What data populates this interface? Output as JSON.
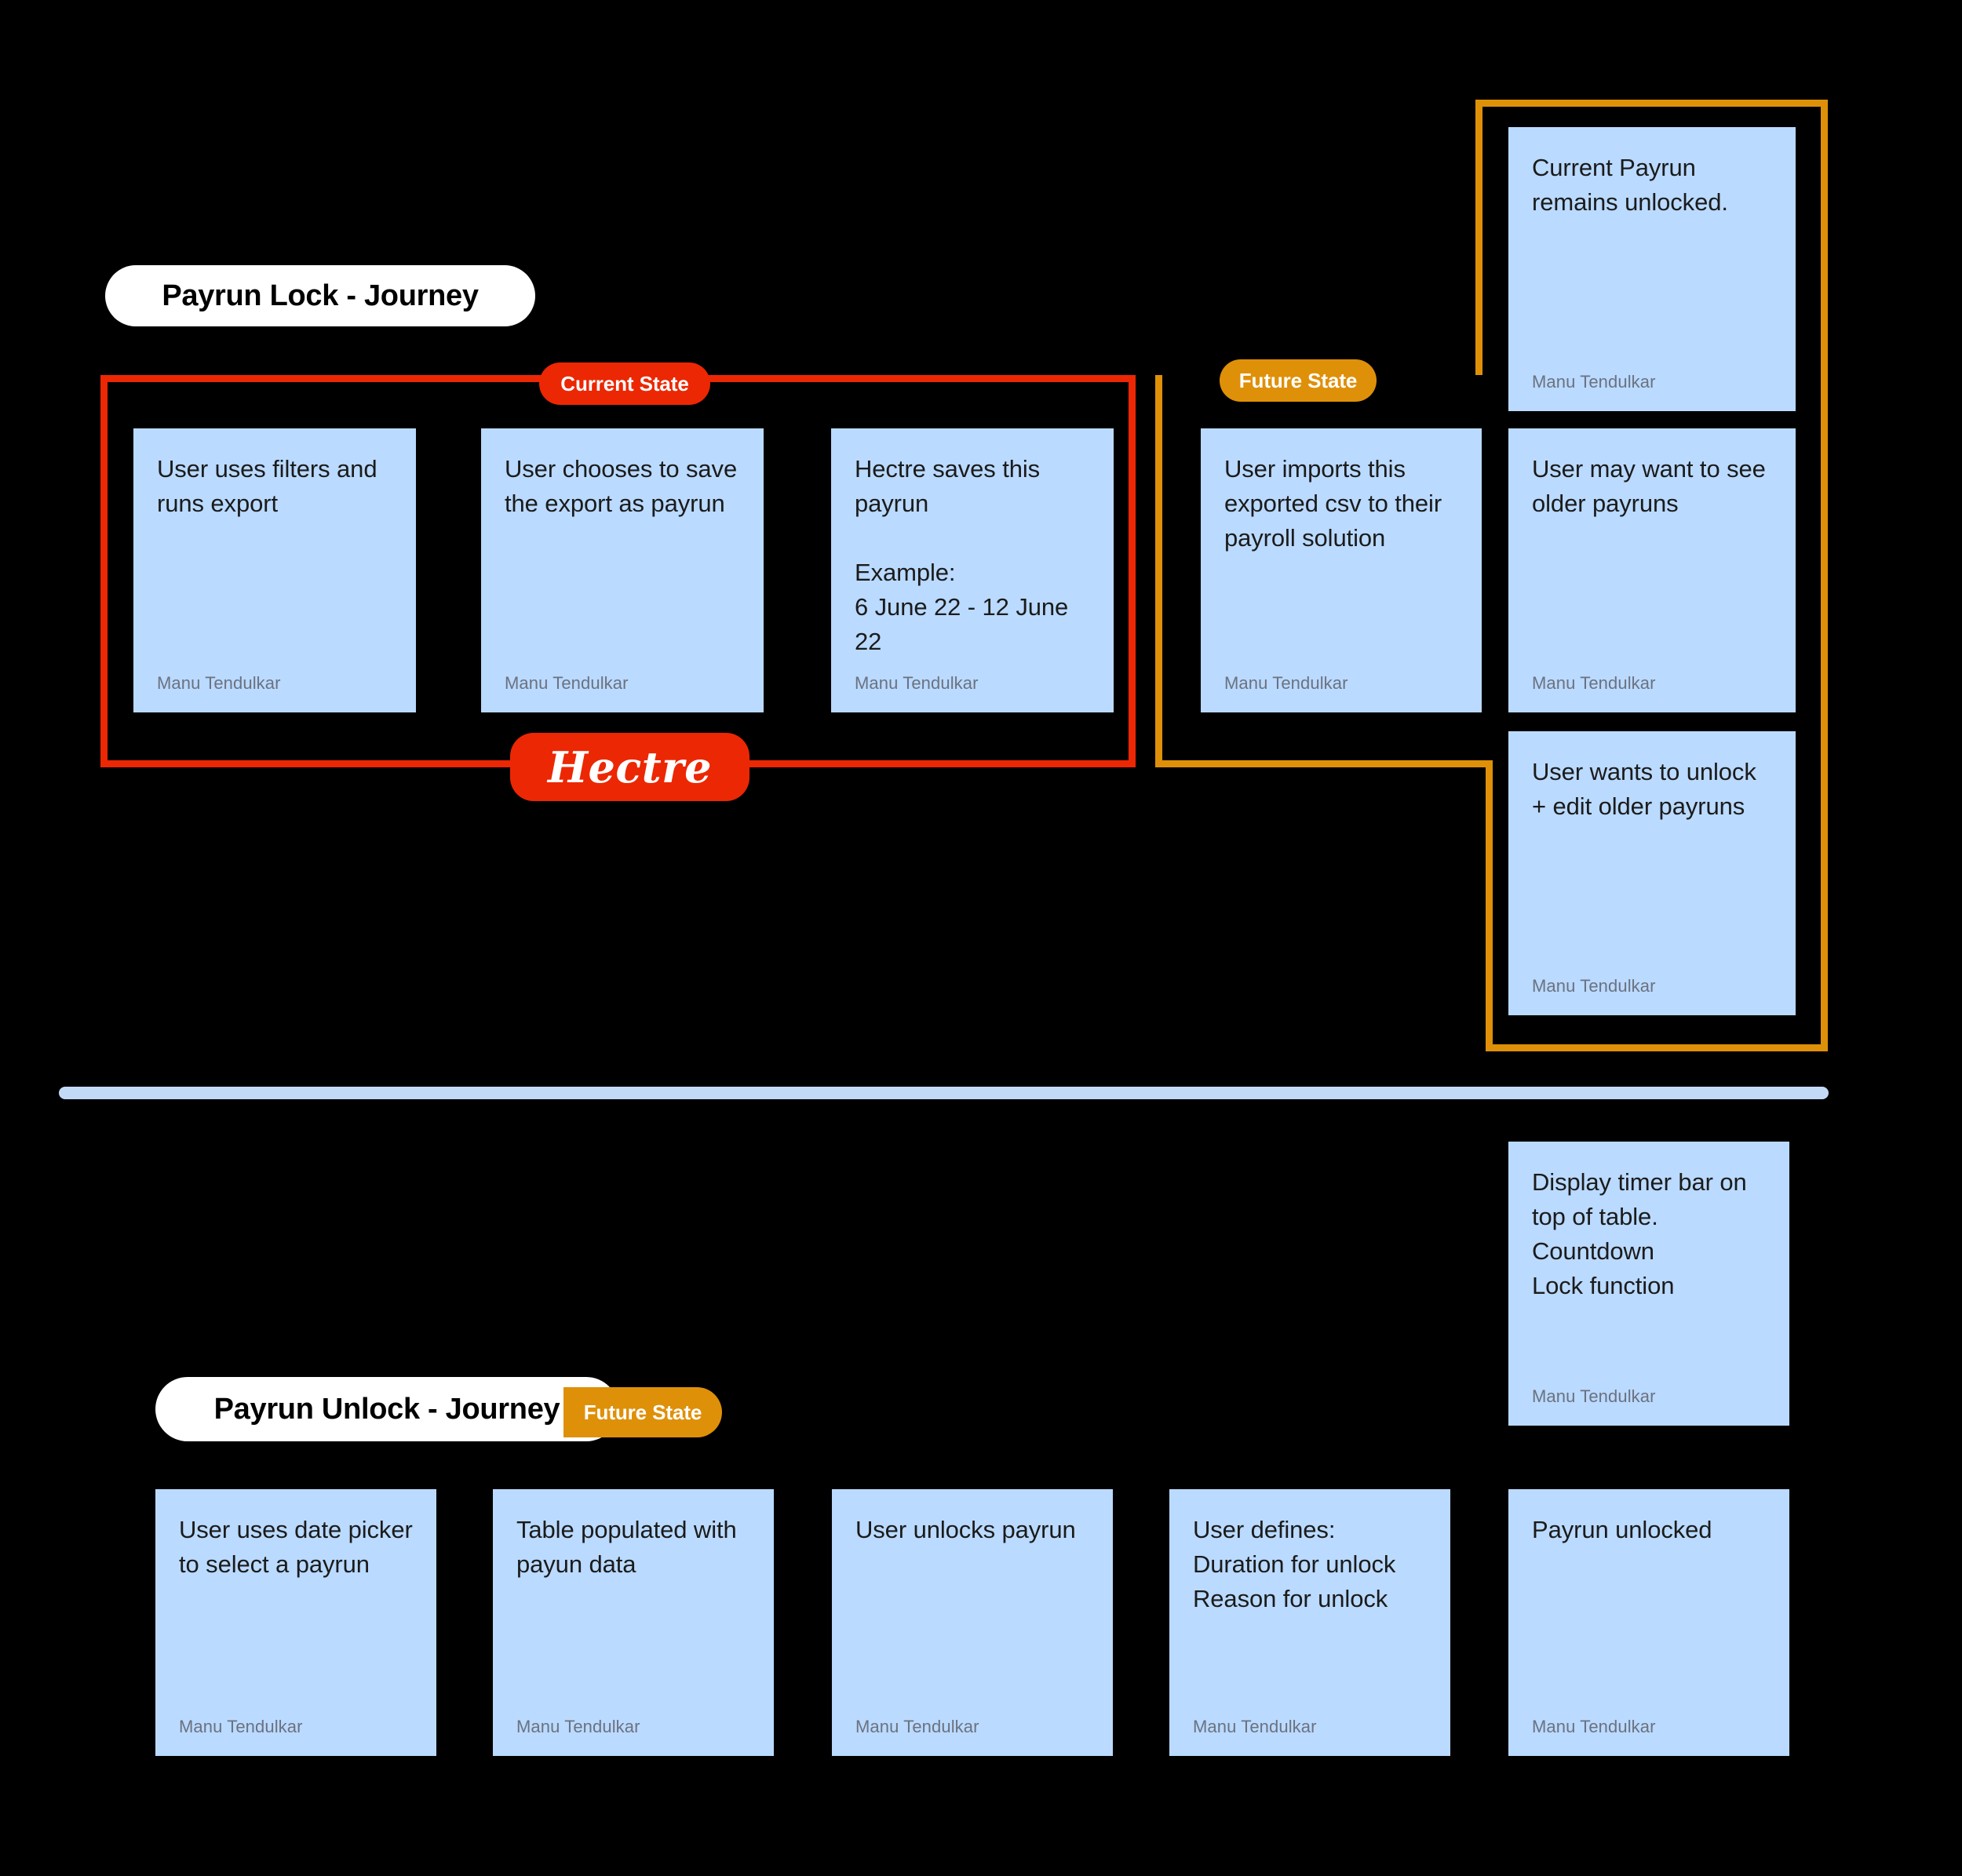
{
  "author": "Manu Tendulkar",
  "colors": {
    "background": "#000000",
    "card": "#badaff",
    "current_state": "#ec2703",
    "future_state": "#df9009",
    "divider": "#c3daf7",
    "title_pill": "#ffffff"
  },
  "section_lock": {
    "title": "Payrun Lock - Journey",
    "current_state_badge": "Current State",
    "future_state_badge": "Future State",
    "brand": "Hectre",
    "current_state_cards": [
      {
        "text": "User uses filters and runs export",
        "author": "Manu Tendulkar"
      },
      {
        "text": "User chooses to save the export as payrun",
        "author": "Manu Tendulkar"
      },
      {
        "text": "Hectre saves this payrun\n\nExample:\n6 June 22 - 12 June 22",
        "author": "Manu Tendulkar"
      }
    ],
    "future_state_cards": [
      {
        "text": "Current Payrun remains unlocked.",
        "author": "Manu Tendulkar"
      },
      {
        "text": "User imports this exported csv to their payroll solution",
        "author": "Manu Tendulkar"
      },
      {
        "text": "User may want to see older payruns",
        "author": "Manu Tendulkar"
      },
      {
        "text": "User wants to unlock + edit older payruns",
        "author": "Manu Tendulkar"
      }
    ]
  },
  "section_unlock": {
    "title": "Payrun Unlock - Journey",
    "future_state_badge": "Future State",
    "note_card": {
      "text": "Display timer bar on top of table.\nCountdown\nLock function",
      "author": "Manu Tendulkar"
    },
    "cards": [
      {
        "text": "User uses date picker to select a payrun",
        "author": "Manu Tendulkar"
      },
      {
        "text": "Table populated with payun data",
        "author": "Manu Tendulkar"
      },
      {
        "text": "User unlocks payrun",
        "author": "Manu Tendulkar"
      },
      {
        "text": "User defines:\nDuration for unlock\nReason for unlock",
        "author": "Manu Tendulkar"
      },
      {
        "text": "Payrun unlocked",
        "author": "Manu Tendulkar"
      }
    ]
  }
}
